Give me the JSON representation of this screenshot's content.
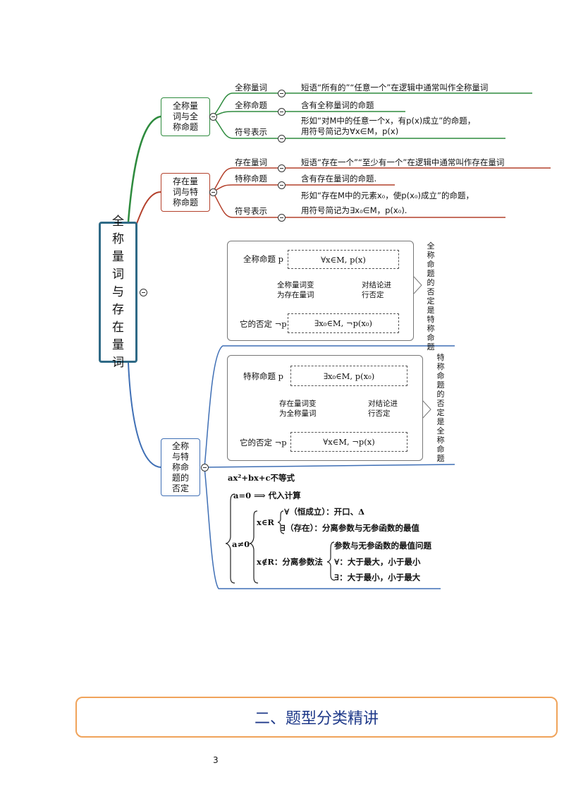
{
  "root": {
    "label": "全称量词与存在量词"
  },
  "branch1": {
    "label": "全称量词与全称命题",
    "items": [
      {
        "key": "全称量词",
        "value": "短语“所有的”“任意一个”在逻辑中通常叫作全称量词"
      },
      {
        "key": "全称命题",
        "value": "含有全称量词的命题"
      },
      {
        "key": "符号表示",
        "line1": "形如“对M中的任意一个x，有p(x)成立”的命题，",
        "line2": "用符号简记为∀x∈M，p(x)"
      }
    ]
  },
  "branch2": {
    "label": "存在量词与特称命题",
    "items": [
      {
        "key": "存在量词",
        "value": "短语“存在一个”“至少有一个”在逻辑中通常叫作存在量词"
      },
      {
        "key": "特称命题",
        "value": "含有存在量词的命题."
      },
      {
        "key": "符号表示",
        "line1": "形如“存在M中的元素x₀，使p(x₀)成立”的命题，",
        "line2": "用符号简记为∃x₀∈M，p(x₀)."
      }
    ]
  },
  "negation_box1": {
    "prop_label": "全称命题 p",
    "prop_formula": "∀x∈M, p(x)",
    "left_arrow_text_1": "全称量词变",
    "left_arrow_text_2": "为存在量词",
    "right_arrow_text_1": "对结论进",
    "right_arrow_text_2": "行否定",
    "neg_label": "它的否定 ¬p",
    "neg_formula": "∃x₀∈M, ¬p(x₀)",
    "side_note": "全称命题的否定是特称命题"
  },
  "branch3": {
    "label": "全称与特称命题的否定"
  },
  "negation_box2": {
    "prop_label": "特称命题 p",
    "prop_formula": "∃x₀∈M, p(x₀)",
    "left_arrow_text_1": "存在量词变",
    "left_arrow_text_2": "为全称量词",
    "right_arrow_text_1": "对结论进",
    "right_arrow_text_2": "行否定",
    "neg_label": "它的否定 ¬p",
    "neg_formula": "∀x∈M, ¬p(x)",
    "side_note": "特称命题的否定是全称命题"
  },
  "inequality": {
    "title": "ax²+bx+c不等式",
    "case_a0": "a=0 ⟹ 代入计算",
    "case_an0": "a≠0",
    "in_R": "x∈R",
    "forall_line": "∀（恒成立）：开口、Δ",
    "exists_line": "∃（存在）：分离参数与无参函数的最值",
    "notin_R": "x∉R：分离参数法",
    "sub1": "参数与无参函数的最值问题",
    "sub2": "∀：大于最大，小于最小",
    "sub3": "∃：大于最小，小于最大"
  },
  "banner": {
    "title": "二、题型分类精讲"
  },
  "page": {
    "number": "3"
  },
  "colors": {
    "green": "#2e8b3e",
    "brown": "#b4412c",
    "blue": "#3f6fb5",
    "root_border": "#2f6a86",
    "banner_border": "#f0a35a",
    "banner_text": "#1f3a8a"
  }
}
